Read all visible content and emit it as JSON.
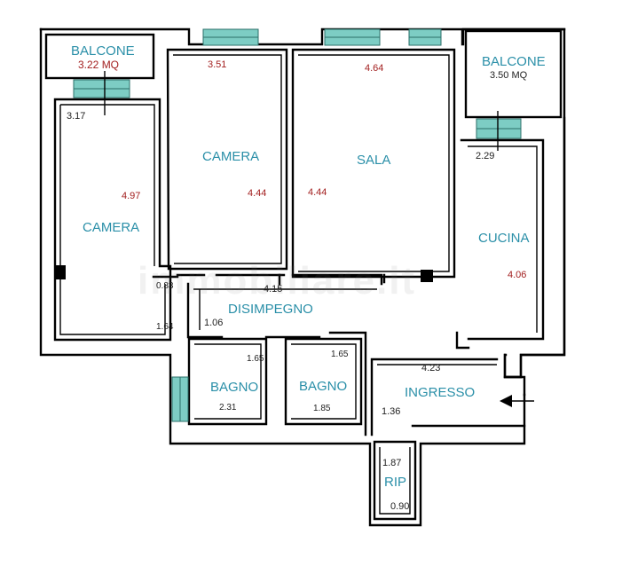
{
  "rooms": {
    "balcone_left": {
      "name": "BALCONE",
      "area": "3.22 MQ"
    },
    "balcone_right": {
      "name": "BALCONE",
      "area": "3.50 MQ"
    },
    "camera_top": {
      "name": "CAMERA"
    },
    "camera_left": {
      "name": "CAMERA"
    },
    "sala": {
      "name": "SALA"
    },
    "cucina": {
      "name": "CUCINA"
    },
    "disimpegno": {
      "name": "DISIMPEGNO"
    },
    "bagno_1": {
      "name": "BAGNO"
    },
    "bagno_2": {
      "name": "BAGNO"
    },
    "ingresso": {
      "name": "INGRESSO"
    },
    "rip": {
      "name": "RIP"
    }
  },
  "dimensions": {
    "d_351": "3.51",
    "d_464": "4.64",
    "d_317": "3.17",
    "d_497": "4.97",
    "d_444_camera": "4.44",
    "d_444_sala": "4.44",
    "d_229": "2.29",
    "d_406": "4.06",
    "d_083": "0.83",
    "d_415": "4.15",
    "d_164": "1.64",
    "d_106": "1.06",
    "d_165_a": "1.65",
    "d_165_b": "1.65",
    "d_231": "2.31",
    "d_185": "1.85",
    "d_423": "4.23",
    "d_136": "1.36",
    "d_187": "1.87",
    "d_090": "0.90"
  },
  "watermark": "immobiliare.it",
  "colors": {
    "room_label": "#2a8fa8",
    "dimension": "#a32020",
    "window": "#7dcdc4",
    "wall": "#000000"
  },
  "icons": [
    "entrance-arrow-icon",
    "column-icon"
  ]
}
